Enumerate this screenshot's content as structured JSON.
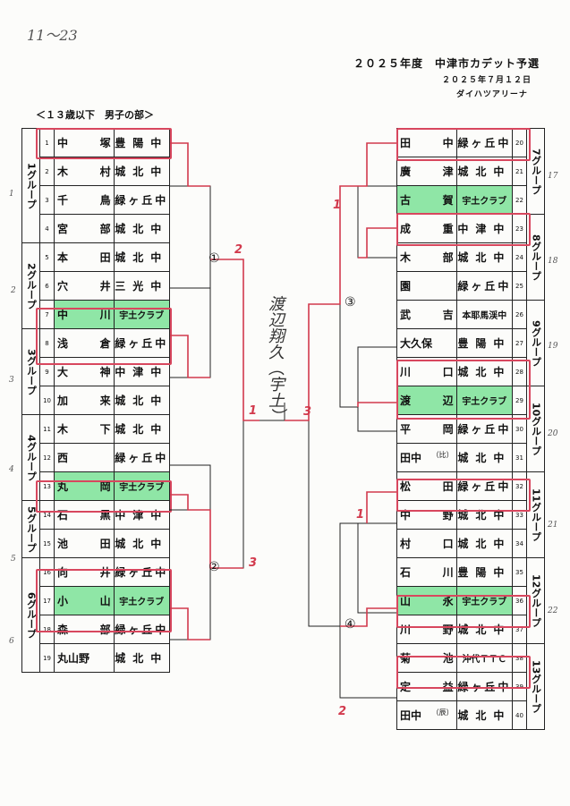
{
  "page": {
    "corner_note": "11～23",
    "title": "２０２５年度　中津市カデット予選",
    "date": "２０２５年７月１２日",
    "venue": "ダイハツアリーナ",
    "section": "＜１３歳以下　男子の部＞"
  },
  "left_groups": [
    {
      "label": "1グループ",
      "players": [
        {
          "num": "1",
          "name": [
            "中",
            "塚"
          ],
          "school": "豊陽中",
          "hl": false
        },
        {
          "num": "2",
          "name": [
            "木",
            "村"
          ],
          "school": "城北中",
          "hl": false
        },
        {
          "num": "3",
          "name": [
            "千",
            "鳥"
          ],
          "school": "緑ヶ丘中",
          "hl": false
        },
        {
          "num": "4",
          "name": [
            "宮",
            "部"
          ],
          "school": "城北中",
          "hl": false
        }
      ]
    },
    {
      "label": "2グループ",
      "players": [
        {
          "num": "5",
          "name": [
            "本",
            "田"
          ],
          "school": "城北中",
          "hl": false
        },
        {
          "num": "6",
          "name": [
            "穴",
            "井"
          ],
          "school": "三光中",
          "hl": false
        },
        {
          "num": "7",
          "name": [
            "中",
            "川"
          ],
          "school": "宇土クラブ",
          "hl": true
        }
      ]
    },
    {
      "label": "3グループ",
      "players": [
        {
          "num": "8",
          "name": [
            "浅",
            "倉"
          ],
          "school": "緑ヶ丘中",
          "hl": false
        },
        {
          "num": "9",
          "name": [
            "大",
            "神"
          ],
          "school": "中津中",
          "hl": false
        },
        {
          "num": "10",
          "name": [
            "加",
            "来"
          ],
          "school": "城北中",
          "hl": false
        }
      ]
    },
    {
      "label": "4グループ",
      "players": [
        {
          "num": "11",
          "name": [
            "木",
            "下"
          ],
          "school": "城北中",
          "hl": false
        },
        {
          "num": "12",
          "name": [
            "西",
            ""
          ],
          "school": "緑ヶ丘中",
          "hl": false
        },
        {
          "num": "13",
          "name": [
            "丸",
            "岡"
          ],
          "school": "宇土クラブ",
          "hl": true
        }
      ]
    },
    {
      "label": "5グループ",
      "players": [
        {
          "num": "14",
          "name": [
            "石",
            "黒"
          ],
          "school": "中津中",
          "hl": false
        },
        {
          "num": "15",
          "name": [
            "池",
            "田"
          ],
          "school": "城北中",
          "hl": false
        }
      ]
    },
    {
      "label": "6グループ",
      "players": [
        {
          "num": "16",
          "name": [
            "向",
            "井"
          ],
          "school": "緑ヶ丘中",
          "hl": false
        },
        {
          "num": "17",
          "name": [
            "小",
            "山"
          ],
          "school": "宇土クラブ",
          "hl": true
        },
        {
          "num": "18",
          "name": [
            "森",
            "部"
          ],
          "school": "緑ヶ丘中",
          "hl": false
        },
        {
          "num": "19",
          "name": [
            "丸山野",
            ""
          ],
          "school": "城北中",
          "hl": false
        }
      ]
    }
  ],
  "right_groups": [
    {
      "label": "7グループ",
      "players": [
        {
          "num": "20",
          "name": [
            "田",
            "中"
          ],
          "school": "緑ヶ丘中",
          "hl": false
        },
        {
          "num": "21",
          "name": [
            "廣",
            "津"
          ],
          "school": "城北中",
          "hl": false
        },
        {
          "num": "22",
          "name": [
            "古",
            "賀"
          ],
          "school": "宇土クラブ",
          "hl": true
        }
      ]
    },
    {
      "label": "8グループ",
      "players": [
        {
          "num": "23",
          "name": [
            "成",
            "重"
          ],
          "school": "中津中",
          "hl": false
        },
        {
          "num": "24",
          "name": [
            "木",
            "部"
          ],
          "school": "城北中",
          "hl": false
        },
        {
          "num": "25",
          "name": [
            "園",
            ""
          ],
          "school": "緑ヶ丘中",
          "hl": false
        }
      ]
    },
    {
      "label": "9グループ",
      "players": [
        {
          "num": "26",
          "name": [
            "武",
            "吉"
          ],
          "school": "本耶馬渓中",
          "hl": false
        },
        {
          "num": "27",
          "name": [
            "大久保",
            ""
          ],
          "school": "豊陽中",
          "hl": false
        },
        {
          "num": "28",
          "name": [
            "川",
            "口"
          ],
          "school": "城北中",
          "hl": false
        }
      ]
    },
    {
      "label": "10グループ",
      "players": [
        {
          "num": "29",
          "name": [
            "渡",
            "辺"
          ],
          "school": "宇土クラブ",
          "hl": true
        },
        {
          "num": "30",
          "name": [
            "平",
            "岡"
          ],
          "school": "緑ヶ丘中",
          "hl": false
        },
        {
          "num": "31",
          "name": [
            "田中",
            "（比）"
          ],
          "school": "城北中",
          "hl": false
        }
      ]
    },
    {
      "label": "11グループ",
      "players": [
        {
          "num": "32",
          "name": [
            "松",
            "田"
          ],
          "school": "緑ヶ丘中",
          "hl": false
        },
        {
          "num": "33",
          "name": [
            "中",
            "野"
          ],
          "school": "城北中",
          "hl": false
        },
        {
          "num": "34",
          "name": [
            "村",
            "口"
          ],
          "school": "城北中",
          "hl": false
        }
      ]
    },
    {
      "label": "12グループ",
      "players": [
        {
          "num": "35",
          "name": [
            "石",
            "川"
          ],
          "school": "豊陽中",
          "hl": false
        },
        {
          "num": "36",
          "name": [
            "山",
            "永"
          ],
          "school": "宇土クラブ",
          "hl": true
        },
        {
          "num": "37",
          "name": [
            "川",
            "野"
          ],
          "school": "城北中",
          "hl": false
        }
      ]
    },
    {
      "label": "13グループ",
      "players": [
        {
          "num": "38",
          "name": [
            "菊",
            "池"
          ],
          "school": "沖代ＴＴＣ",
          "hl": false
        },
        {
          "num": "39",
          "name": [
            "定",
            "益"
          ],
          "school": "緑ヶ丘中",
          "hl": false
        },
        {
          "num": "40",
          "name": [
            "田中",
            "（辰）"
          ],
          "school": "城北中",
          "hl": false
        }
      ]
    }
  ],
  "bracket": {
    "blocks": [
      "①",
      "②",
      "③",
      "④"
    ],
    "scores": [
      "2",
      "1",
      "3",
      "3",
      "1",
      "1",
      "2"
    ],
    "winner_note": "渡辺翔久（宇土）",
    "margin_notes": [
      "1",
      "2",
      "3",
      "4",
      "5",
      "6",
      "17",
      "18",
      "19",
      "20",
      "21",
      "22"
    ]
  },
  "colors": {
    "highlight": "#8fe6a6",
    "red_pen": "#d23a4d"
  }
}
